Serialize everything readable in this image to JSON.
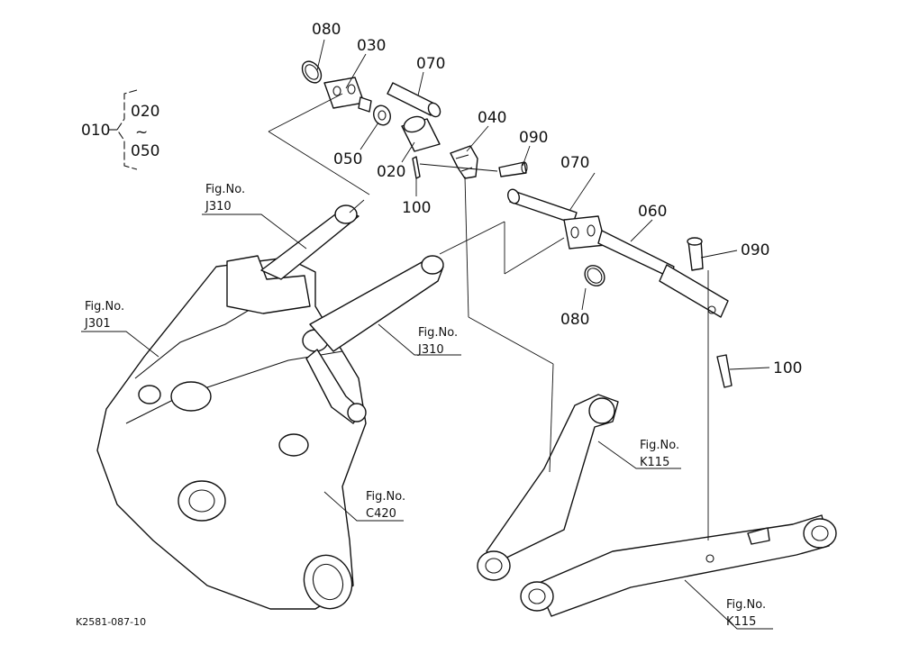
{
  "part_callouts": {
    "c080_top": "080",
    "c030": "030",
    "c070_top": "070",
    "c040": "040",
    "c090_top": "090",
    "c070_mid": "070",
    "c060": "060",
    "c090_right": "090",
    "c080_bottom": "080",
    "c100_right": "100",
    "c050": "050",
    "c020": "020",
    "c100_mid": "100"
  },
  "assembly_group": {
    "parent": "010",
    "from": "020",
    "range_mark": "~",
    "to": "050"
  },
  "figure_refs": {
    "j310_top": {
      "title": "Fig.No.",
      "code": "J310"
    },
    "j301": {
      "title": "Fig.No.",
      "code": "J301"
    },
    "j310_mid": {
      "title": "Fig.No.",
      "code": "J310"
    },
    "k115_mid": {
      "title": "Fig.No.",
      "code": "K115"
    },
    "c420": {
      "title": "Fig.No.",
      "code": "C420"
    },
    "k115_bottom": {
      "title": "Fig.No.",
      "code": "K115"
    }
  },
  "drawing_code": "K2581-087-10"
}
